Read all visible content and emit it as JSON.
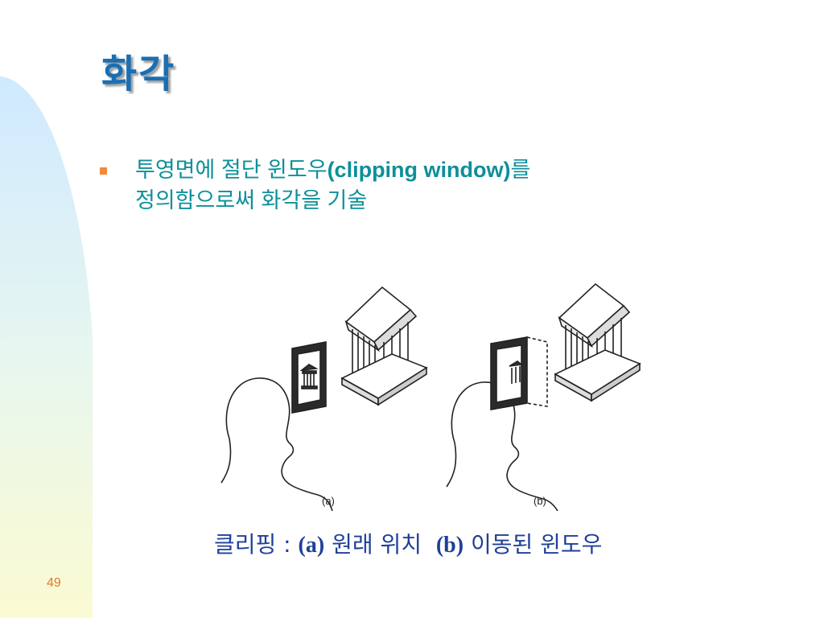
{
  "slide": {
    "title": "화각",
    "bullet": {
      "line1_ko": "투영면에 절단 윈도우",
      "line1_en": "(clipping window)",
      "line1_tail": "를",
      "line2": "정의함으로써 화각을 기술"
    },
    "figure": {
      "label_a": "(a)",
      "label_b": "(b)"
    },
    "caption": {
      "prefix": "클리핑 : ",
      "a_mark": "(a)",
      "a_text": " 원래 위치 ",
      "b_mark": "(b)",
      "b_text": " 이동된 윈도우"
    },
    "page_number": "49"
  },
  "colors": {
    "title": "#1a6fb3",
    "bullet_text": "#0e8f99",
    "bullet_mark": "#f08a3a",
    "caption": "#1f3f9a",
    "page_number": "#e07a2a"
  },
  "icons": [
    "square-bullet-icon",
    "person-silhouette-icon",
    "temple-building-icon",
    "clipping-window-icon"
  ]
}
